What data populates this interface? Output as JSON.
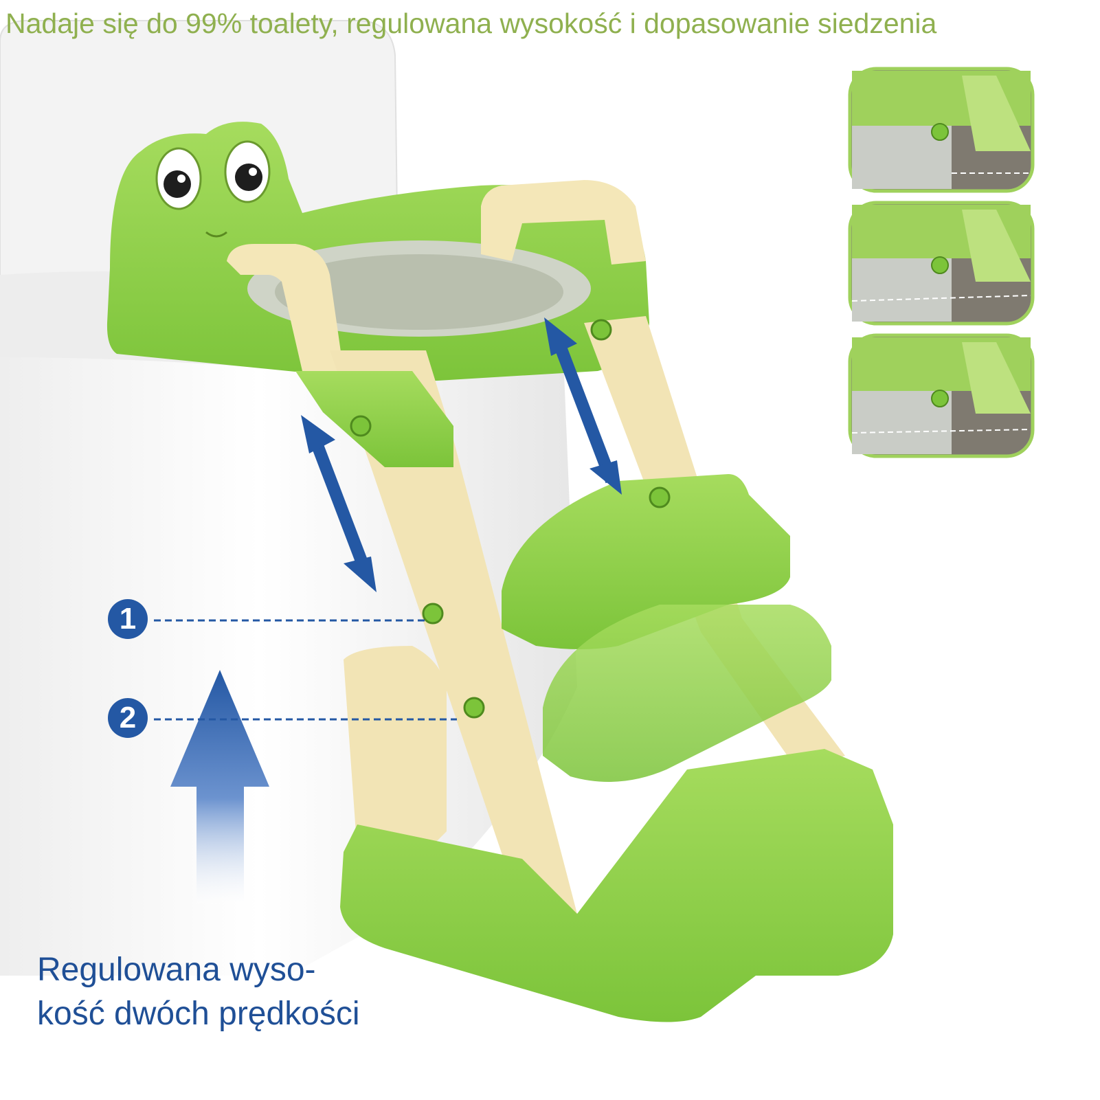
{
  "headline": "Nadaje się do 99% toalety, regulowana wysokość i dopasowanie siedzenia",
  "caption": {
    "line1": "Regulowana wyso-",
    "line2": "kość dwóch prędkości"
  },
  "markers": {
    "first": "1",
    "second": "2"
  },
  "colors": {
    "headline_text": "#8fb04f",
    "caption_text": "#1f4f96",
    "marker_fill": "#2458a4",
    "product_green": "#8fd14a",
    "product_cream": "#f4e7b8"
  },
  "icons": {
    "height_arrows": "double-headed-arrow-icon",
    "up_arrow": "up-arrow-icon"
  }
}
